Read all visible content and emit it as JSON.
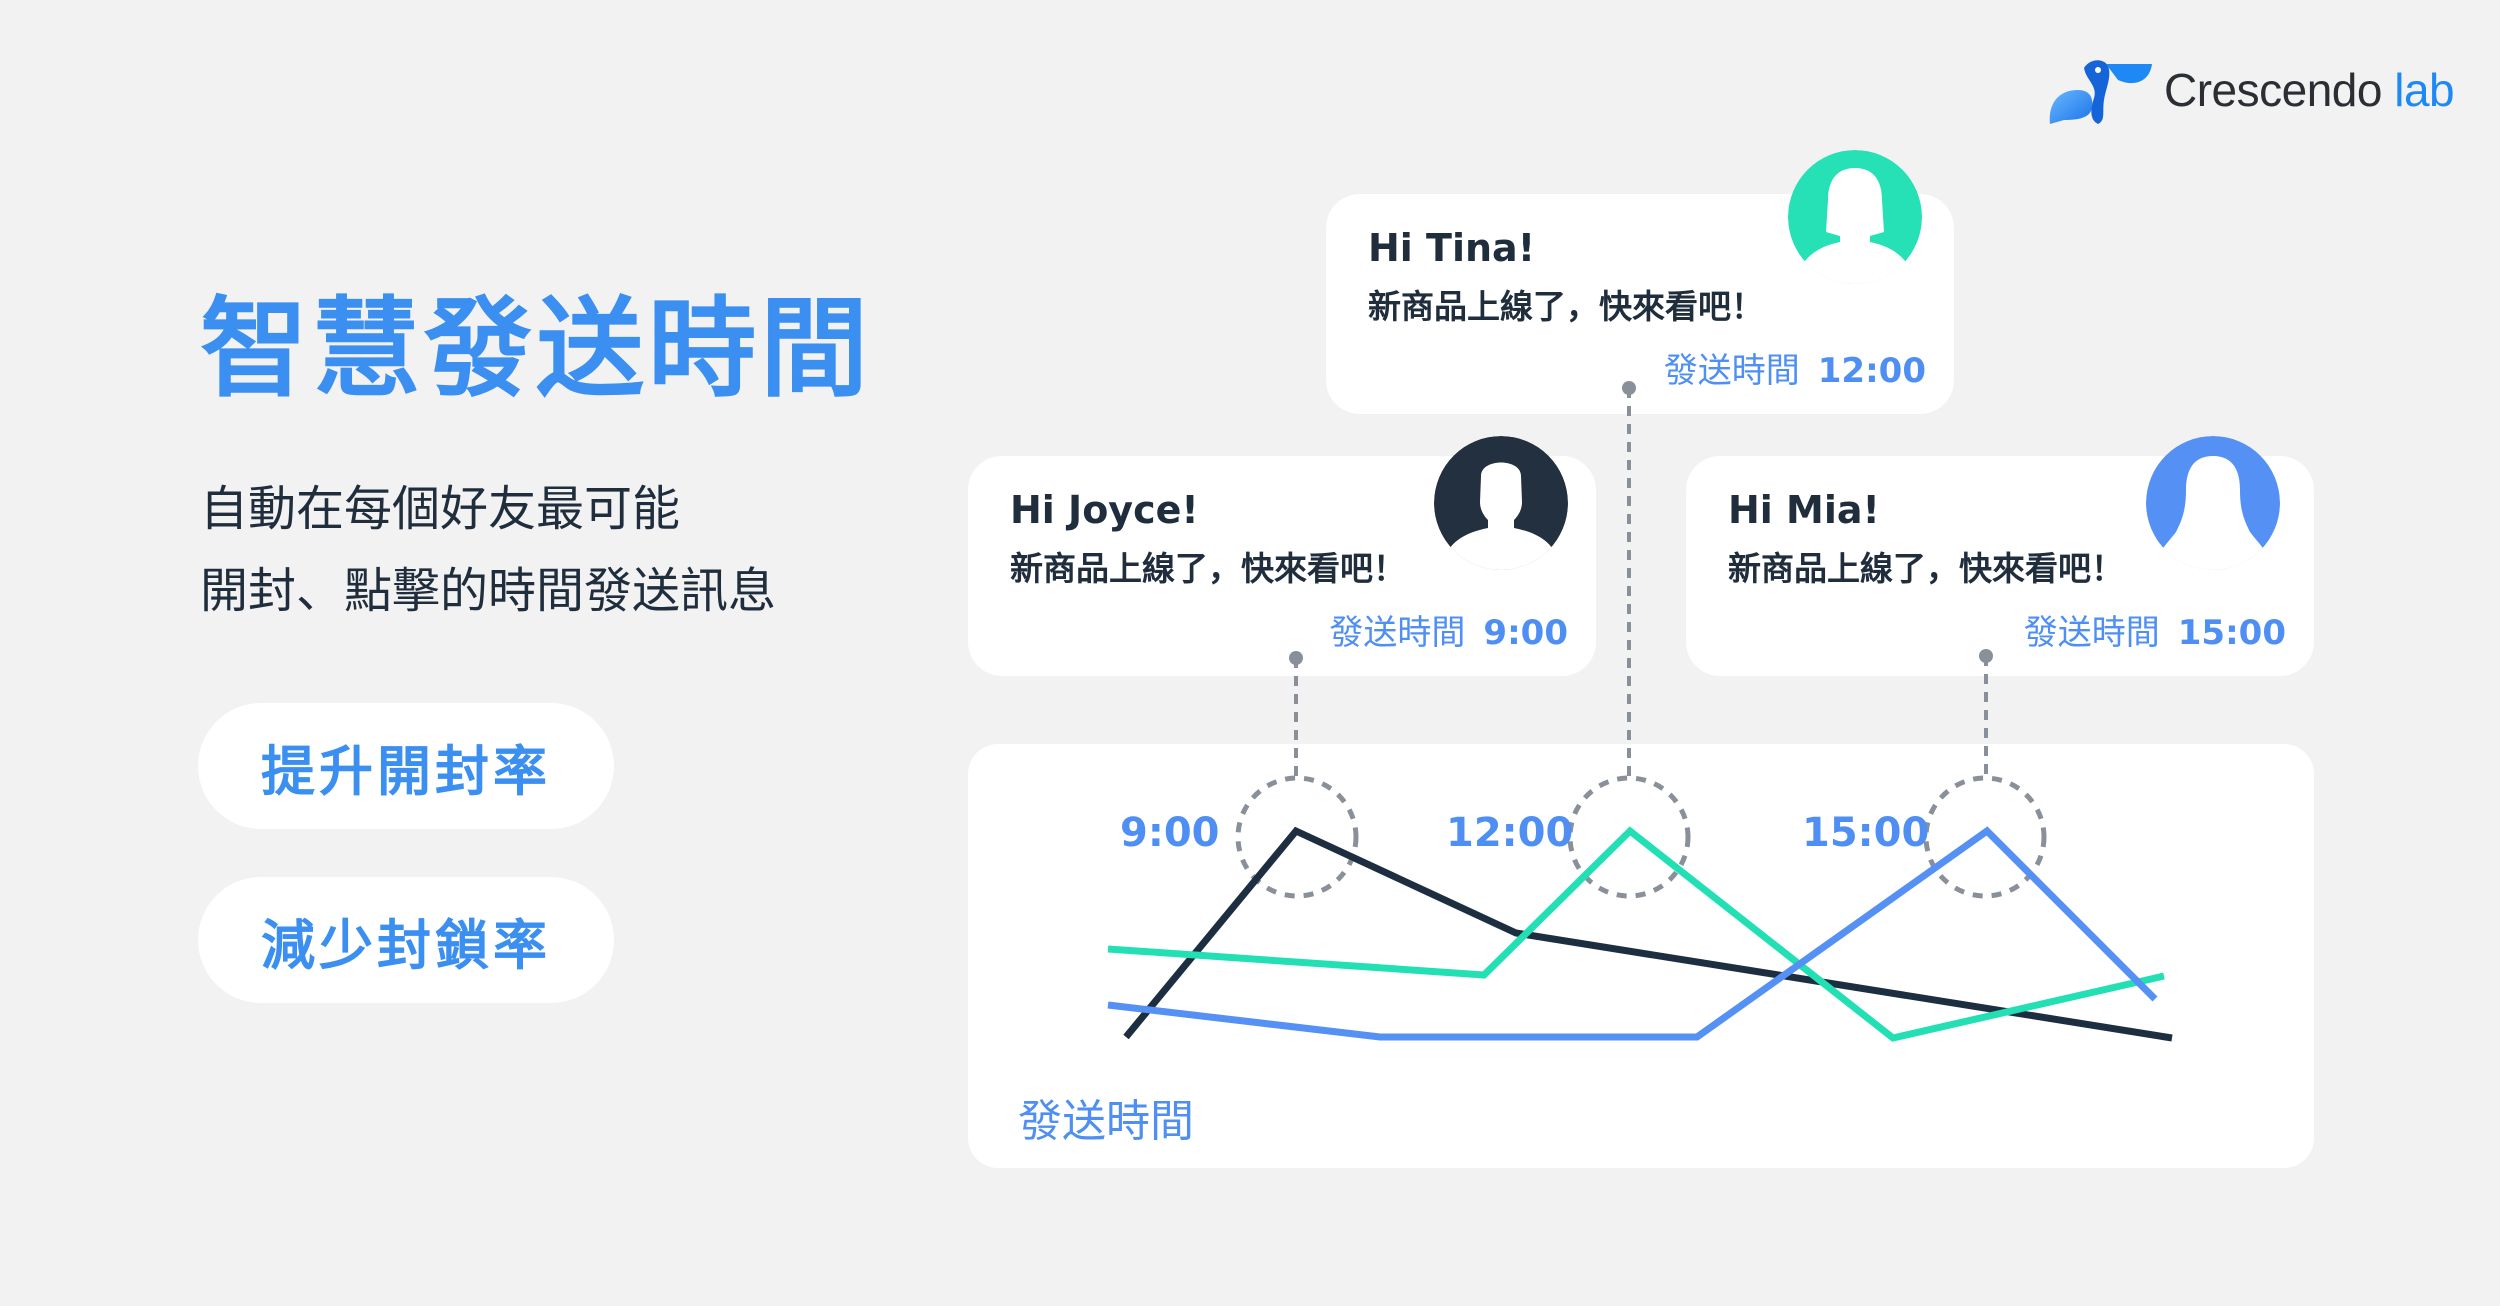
{
  "brand": {
    "name": "Crescendo",
    "suffix": "lab",
    "icon": "pelican-logo-icon",
    "colors": {
      "text": "#2b2e33",
      "accent": "#1e88f5"
    }
  },
  "hero": {
    "title": "智慧發送時間",
    "subtitle_lines": [
      "自動在每個好友最可能",
      "開封、點擊的時間發送訊息"
    ],
    "badges": [
      "提升開封率",
      "減少封鎖率"
    ]
  },
  "messages": [
    {
      "greeting": "Hi Joyce!",
      "text": "新商品上線了，快來看吧！",
      "send_label": "發送時間",
      "send_time": "9:00",
      "avatar_color": "#22303f",
      "avatar_icon": "male-user-avatar-icon"
    },
    {
      "greeting": "Hi Tina!",
      "text": "新商品上線了，快來看吧！",
      "send_label": "發送時間",
      "send_time": "12:00",
      "avatar_color": "#26e0b6",
      "avatar_icon": "female-user-avatar-icon"
    },
    {
      "greeting": "Hi Mia!",
      "text": "新商品上線了，快來看吧！",
      "send_label": "發送時間",
      "send_time": "15:00",
      "avatar_color": "#5590f5",
      "avatar_icon": "female-user-avatar-icon"
    }
  ],
  "chart": {
    "xlabel": "發送時間",
    "peak_labels": [
      "9:00",
      "12:00",
      "15:00"
    ]
  },
  "colors": {
    "background": "#f2f2f2",
    "headline_blue": "#3b8ff0",
    "dark_navy": "#1f2d3d",
    "series_dark": "#1c2e40",
    "series_green": "#22e0b4",
    "series_blue": "#5590f5",
    "dotted_gray": "#8a9099"
  },
  "chart_data": {
    "type": "line",
    "title": "",
    "xlabel": "發送時間",
    "ylabel": "",
    "x": [
      "",
      "9:00",
      "",
      "12:00",
      "",
      "15:00",
      ""
    ],
    "annotations": [
      "9:00",
      "12:00",
      "15:00"
    ],
    "grid": false,
    "legend": "none",
    "series": [
      {
        "name": "Joyce",
        "color": "#1c2e40",
        "points": [
          [
            0.0,
            0.0
          ],
          [
            0.17,
            1.0
          ],
          [
            0.39,
            0.5
          ],
          [
            1.0,
            0.0
          ]
        ],
        "peak_at": "9:00"
      },
      {
        "name": "Tina",
        "color": "#22e0b4",
        "points": [
          [
            0.0,
            0.43
          ],
          [
            0.37,
            0.3
          ],
          [
            0.52,
            1.0
          ],
          [
            0.77,
            0.0
          ],
          [
            1.0,
            0.3
          ]
        ],
        "peak_at": "12:00"
      },
      {
        "name": "Mia",
        "color": "#5590f5",
        "points": [
          [
            0.0,
            0.16
          ],
          [
            0.26,
            0.0
          ],
          [
            0.57,
            0.0
          ],
          [
            0.86,
            1.0
          ],
          [
            1.0,
            0.18
          ]
        ],
        "peak_at": "15:00"
      }
    ]
  }
}
